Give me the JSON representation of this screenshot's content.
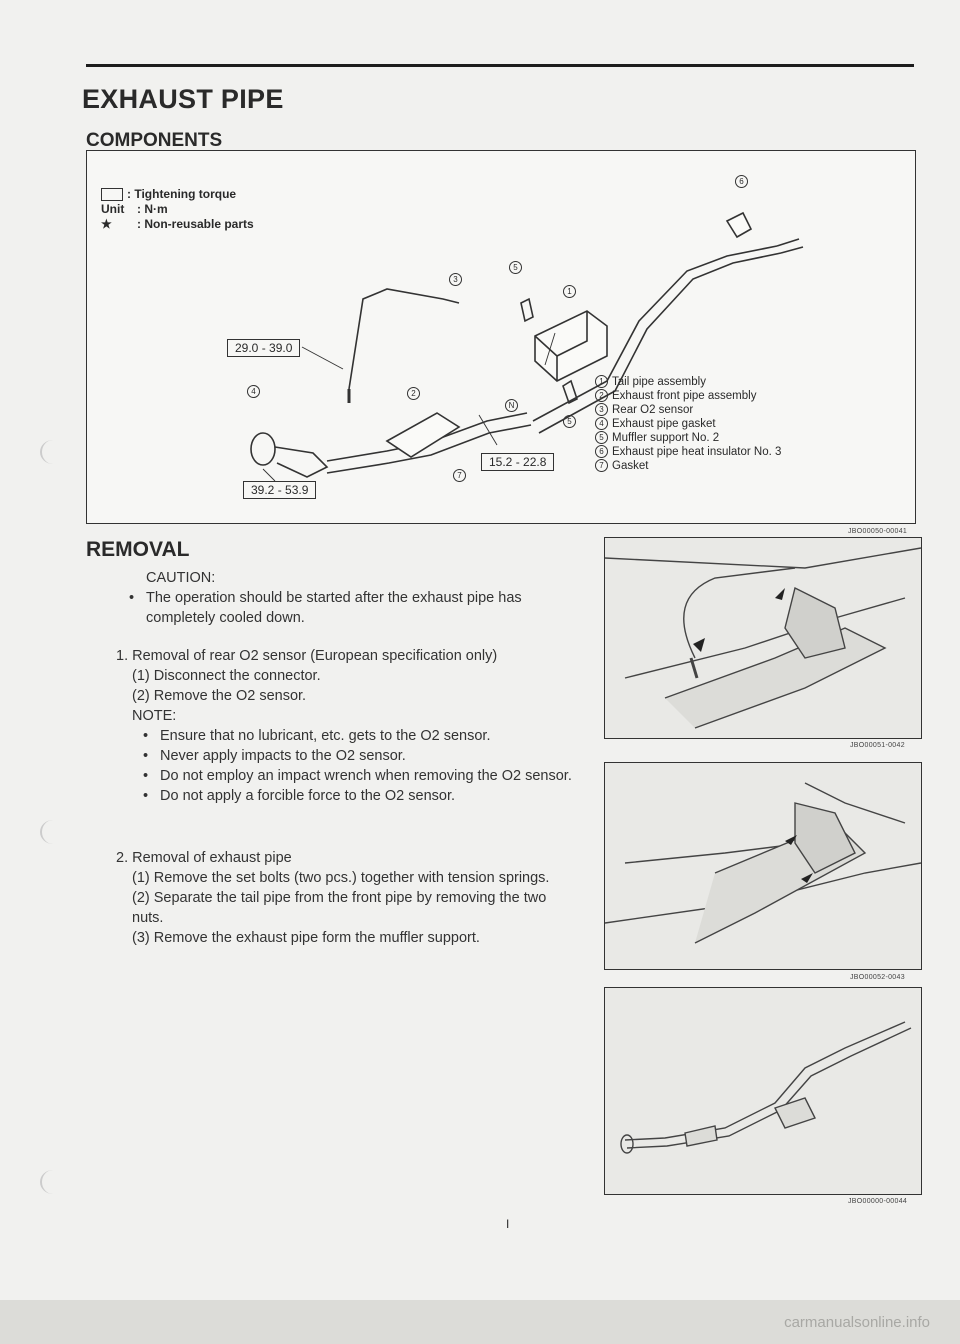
{
  "header": {
    "title": "EXHAUST PIPE",
    "subtitle": "COMPONENTS"
  },
  "legend": {
    "torque_label": ": Tightening torque",
    "unit_key": "Unit",
    "unit_value": ": N·m",
    "star": "★",
    "nonreusable_label": ": Non-reusable parts"
  },
  "torques": [
    "29.0 - 39.0",
    "39.2 - 53.9",
    "15.2 - 22.8"
  ],
  "parts": [
    {
      "num": "1",
      "name": "Tail pipe assembly"
    },
    {
      "num": "2",
      "name": "Exhaust front pipe assembly"
    },
    {
      "num": "3",
      "name": "Rear O2 sensor"
    },
    {
      "num": "4",
      "name": "Exhaust pipe gasket"
    },
    {
      "num": "5",
      "name": "Muffler support No. 2"
    },
    {
      "num": "6",
      "name": "Exhaust pipe heat insulator No. 3"
    },
    {
      "num": "7",
      "name": "Gasket"
    }
  ],
  "diagram_callouts": {
    "n1": "1",
    "n2": "2",
    "n3": "3",
    "n4": "4",
    "n5": "5",
    "n6": "6",
    "n7": "7",
    "nut": "N"
  },
  "codes": {
    "diagram": "JBO00050-00041",
    "photo1": "JBO00051-0042",
    "photo2": "JBO00052-0043",
    "photo3": "JBO00000-00044"
  },
  "removal": {
    "heading": "REMOVAL",
    "caution_label": "CAUTION:",
    "caution_text": "The operation should be started after the exhaust pipe has completely cooled down.",
    "step1_title": "1.  Removal of rear O2 sensor (European specification only)",
    "step1_items": [
      "(1)  Disconnect the connector.",
      "(2)  Remove the O2 sensor."
    ],
    "note_label": "NOTE:",
    "notes": [
      "Ensure that no lubricant, etc. gets to the O2 sensor.",
      "Never apply impacts to the O2 sensor.",
      "Do not employ an impact wrench when removing the O2 sensor.",
      "Do not apply a forcible force to the O2 sensor."
    ],
    "step2_title": "2.  Removal of exhaust pipe",
    "step2_items": [
      "(1)  Remove the set bolts (two pcs.) together with tension springs.",
      "(2)  Separate the tail pipe from the front pipe by removing the two nuts.",
      "(3)  Remove the exhaust pipe form the muffler support."
    ]
  },
  "page_number": "I",
  "footer": "carmanualsonline.info"
}
